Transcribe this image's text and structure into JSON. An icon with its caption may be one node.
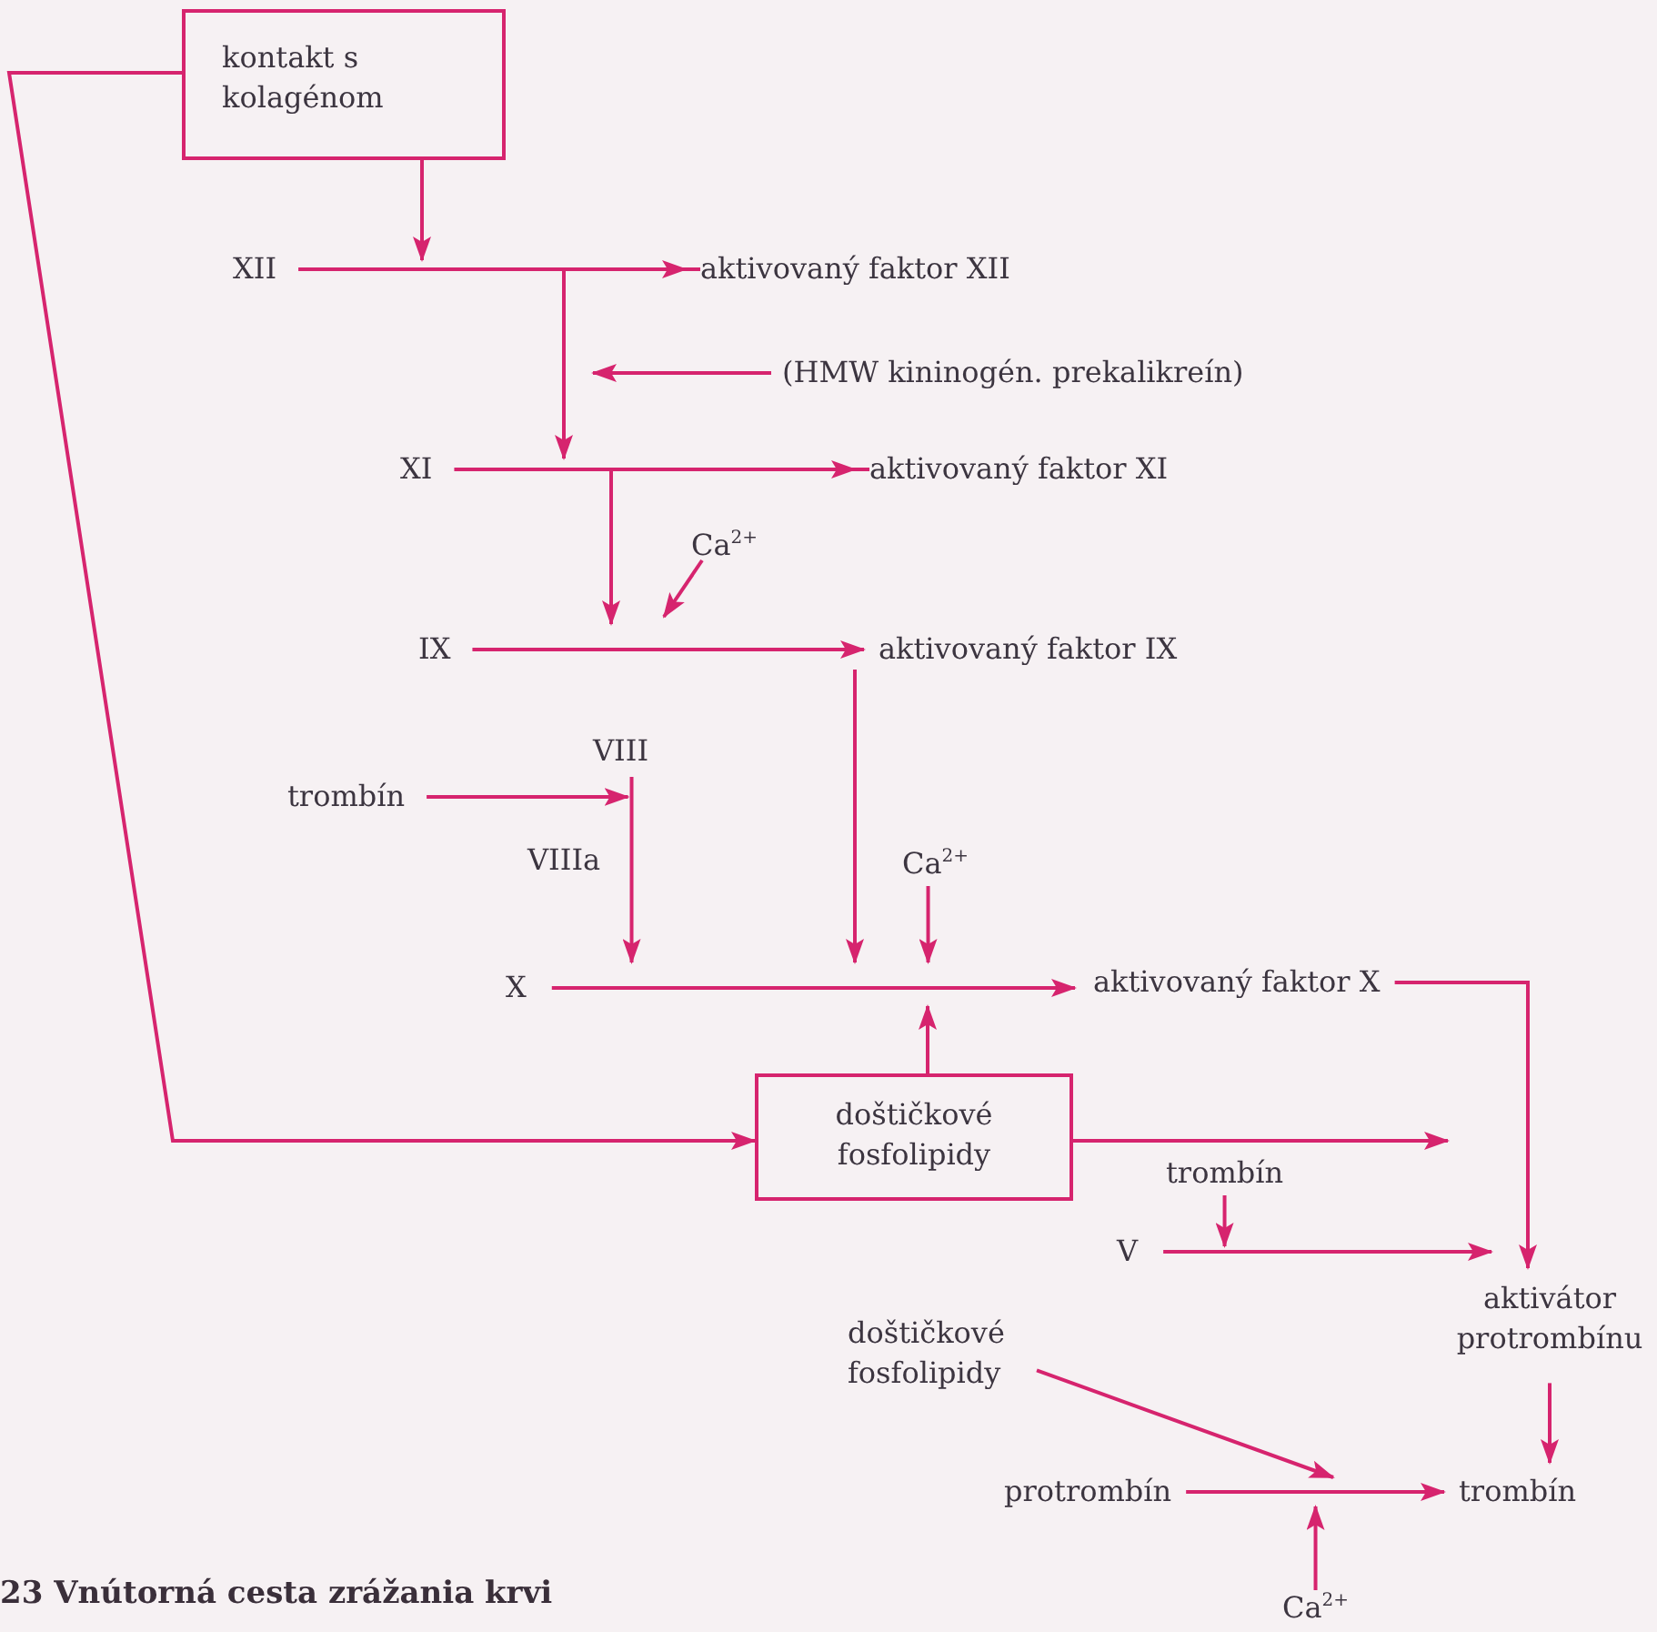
{
  "diagram": {
    "caption": "23 Vnútorná cesta zrážania krvi",
    "nodes": [
      {
        "text": [
          "kontakt s kolagénom"
        ]
      },
      {
        "text": [
          "XII"
        ]
      },
      {
        "text": [
          "aktivovaný faktor XII"
        ]
      },
      {
        "text": [
          "(HMW kininogén. prekalikreín)"
        ]
      },
      {
        "text": [
          "XI"
        ]
      },
      {
        "text": [
          "aktivovaný faktor XI"
        ]
      },
      {
        "text": [
          "Ca$^{2+}$"
        ]
      },
      {
        "text": [
          "IX"
        ]
      },
      {
        "text": [
          "aktivovaný faktor IX"
        ]
      },
      {
        "text": [
          "VIII"
        ]
      },
      {
        "text": [
          "trombín"
        ]
      },
      {
        "text": [
          "Ca$^{2+}$"
        ]
      },
      {
        "text": [
          "X"
        ]
      },
      {
        "text": [
          "aktivovaný faktor X"
        ]
      },
      {
        "text": [
          "doštičkové fosfolipidy"
        ]
      },
      {
        "text": [
          "trombín"
        ]
      },
      {
        "text": [
          "V"
        ]
      },
      {
        "text": [
          "aktivátor protrombínu"
        ]
      },
      {
        "text": [
          "doštičkové fosfolipidy"
        ]
      },
      {
        "text": [
          "protrombín"
        ]
      },
      {
        "text": [
          "trombín"
        ]
      },
      {
        "text": [
          "Ca$^{2+}$"
        ]
      }
    ],
    "edges": [
      {
        "from": 1,
        "to": 2,
        "arrow": "to"
      },
      {
        "from": 0,
        "to": null,
        "arrow": "to"
      },
      {
        "from": 2,
        "to": null,
        "arrow": "to"
      },
      {
        "from": 3,
        "to": null,
        "arrow": "to"
      },
      {
        "from": 4,
        "to": 5,
        "arrow": "to"
      },
      {
        "from": 5,
        "to": null,
        "arrow": "to"
      },
      {
        "from": 6,
        "to": null,
        "arrow": "to"
      },
      {
        "from": 7,
        "to": 8,
        "arrow": "to"
      },
      {
        "from": 8,
        "to": null,
        "arrow": "to"
      },
      {
        "from": 9,
        "to": null,
        "arrow": "to"
      },
      {
        "from": 10,
        "to": 9,
        "arrow": "to"
      },
      {
        "from": 11,
        "to": null,
        "arrow": "to"
      },
      {
        "from": 12,
        "to": 13,
        "arrow": "to"
      },
      {
        "from": 14,
        "to": null,
        "arrow": "to"
      },
      {
        "from": 0,
        "to": 14,
        "arrow": "to"
      },
      {
        "from": 13,
        "to": 17,
        "arrow": "to"
      },
      {
        "from": 14,
        "to": null,
        "arrow": "to"
      },
      {
        "from": 15,
        "to": null,
        "arrow": "to"
      },
      {
        "from": 16,
        "to": 17,
        "arrow": "to"
      },
      {
        "from": 17,
        "to": 20,
        "arrow": "to"
      },
      {
        "from": 18,
        "to": null,
        "arrow": "to"
      },
      {
        "from": 19,
        "to": 20,
        "arrow": "to"
      },
      {
        "from": 21,
        "to": null,
        "arrow": "to"
      }
    ],
    "labels": [
      "VIIIa"
    ]
  }
}
